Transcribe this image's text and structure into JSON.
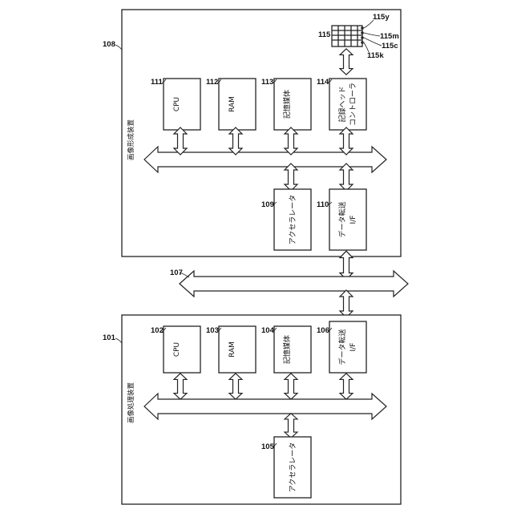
{
  "refs": {
    "r108": "108",
    "r101": "101",
    "r107": "107",
    "r111": "111",
    "r112": "112",
    "r113": "113",
    "r114": "114",
    "r115": "115",
    "r115y": "115y",
    "r115m": "115m",
    "r115c": "115c",
    "r115k": "115k",
    "r109": "109",
    "r110": "110",
    "r102": "102",
    "r103": "103",
    "r104": "104",
    "r106": "106",
    "r105": "105"
  },
  "upper": {
    "title": "画像形成装置",
    "cpu": "CPU",
    "ram": "RAM",
    "storage": "記憶媒体",
    "head_ctrl_line1": "記録ヘッド",
    "head_ctrl_line2": "コントローラ",
    "accel": "アクセラレータ",
    "xfer_line1": "データ転送",
    "xfer_line2": "I/F"
  },
  "lower": {
    "title": "画像処理装置",
    "cpu": "CPU",
    "ram": "RAM",
    "storage": "記憶媒体",
    "xfer_line1": "データ転送",
    "xfer_line2": "I/F",
    "accel": "アクセラレータ"
  }
}
